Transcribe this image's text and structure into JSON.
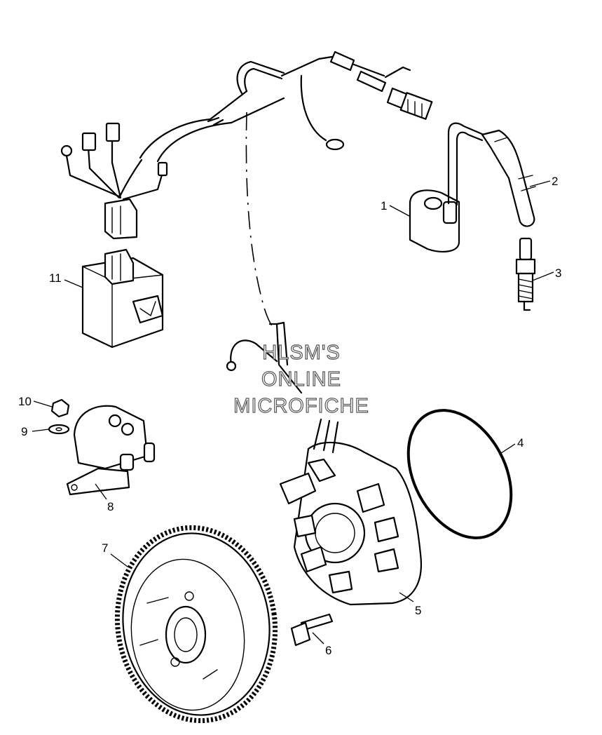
{
  "watermark": {
    "lines": [
      "HLSM'S",
      "ONLINE",
      "MICROFICHE"
    ]
  },
  "callouts": [
    {
      "id": "1",
      "part": "ignition-coil"
    },
    {
      "id": "2",
      "part": "spark-plug-cap"
    },
    {
      "id": "3",
      "part": "spark-plug"
    },
    {
      "id": "4",
      "part": "o-ring"
    },
    {
      "id": "5",
      "part": "stator"
    },
    {
      "id": "6",
      "part": "bolt"
    },
    {
      "id": "7",
      "part": "flywheel"
    },
    {
      "id": "8",
      "part": "starter-solenoid"
    },
    {
      "id": "9",
      "part": "washer"
    },
    {
      "id": "10",
      "part": "nut"
    },
    {
      "id": "11",
      "part": "cdi-box"
    }
  ],
  "colors": {
    "line": "#000000",
    "background": "#ffffff",
    "watermark_stroke": "#555555"
  }
}
